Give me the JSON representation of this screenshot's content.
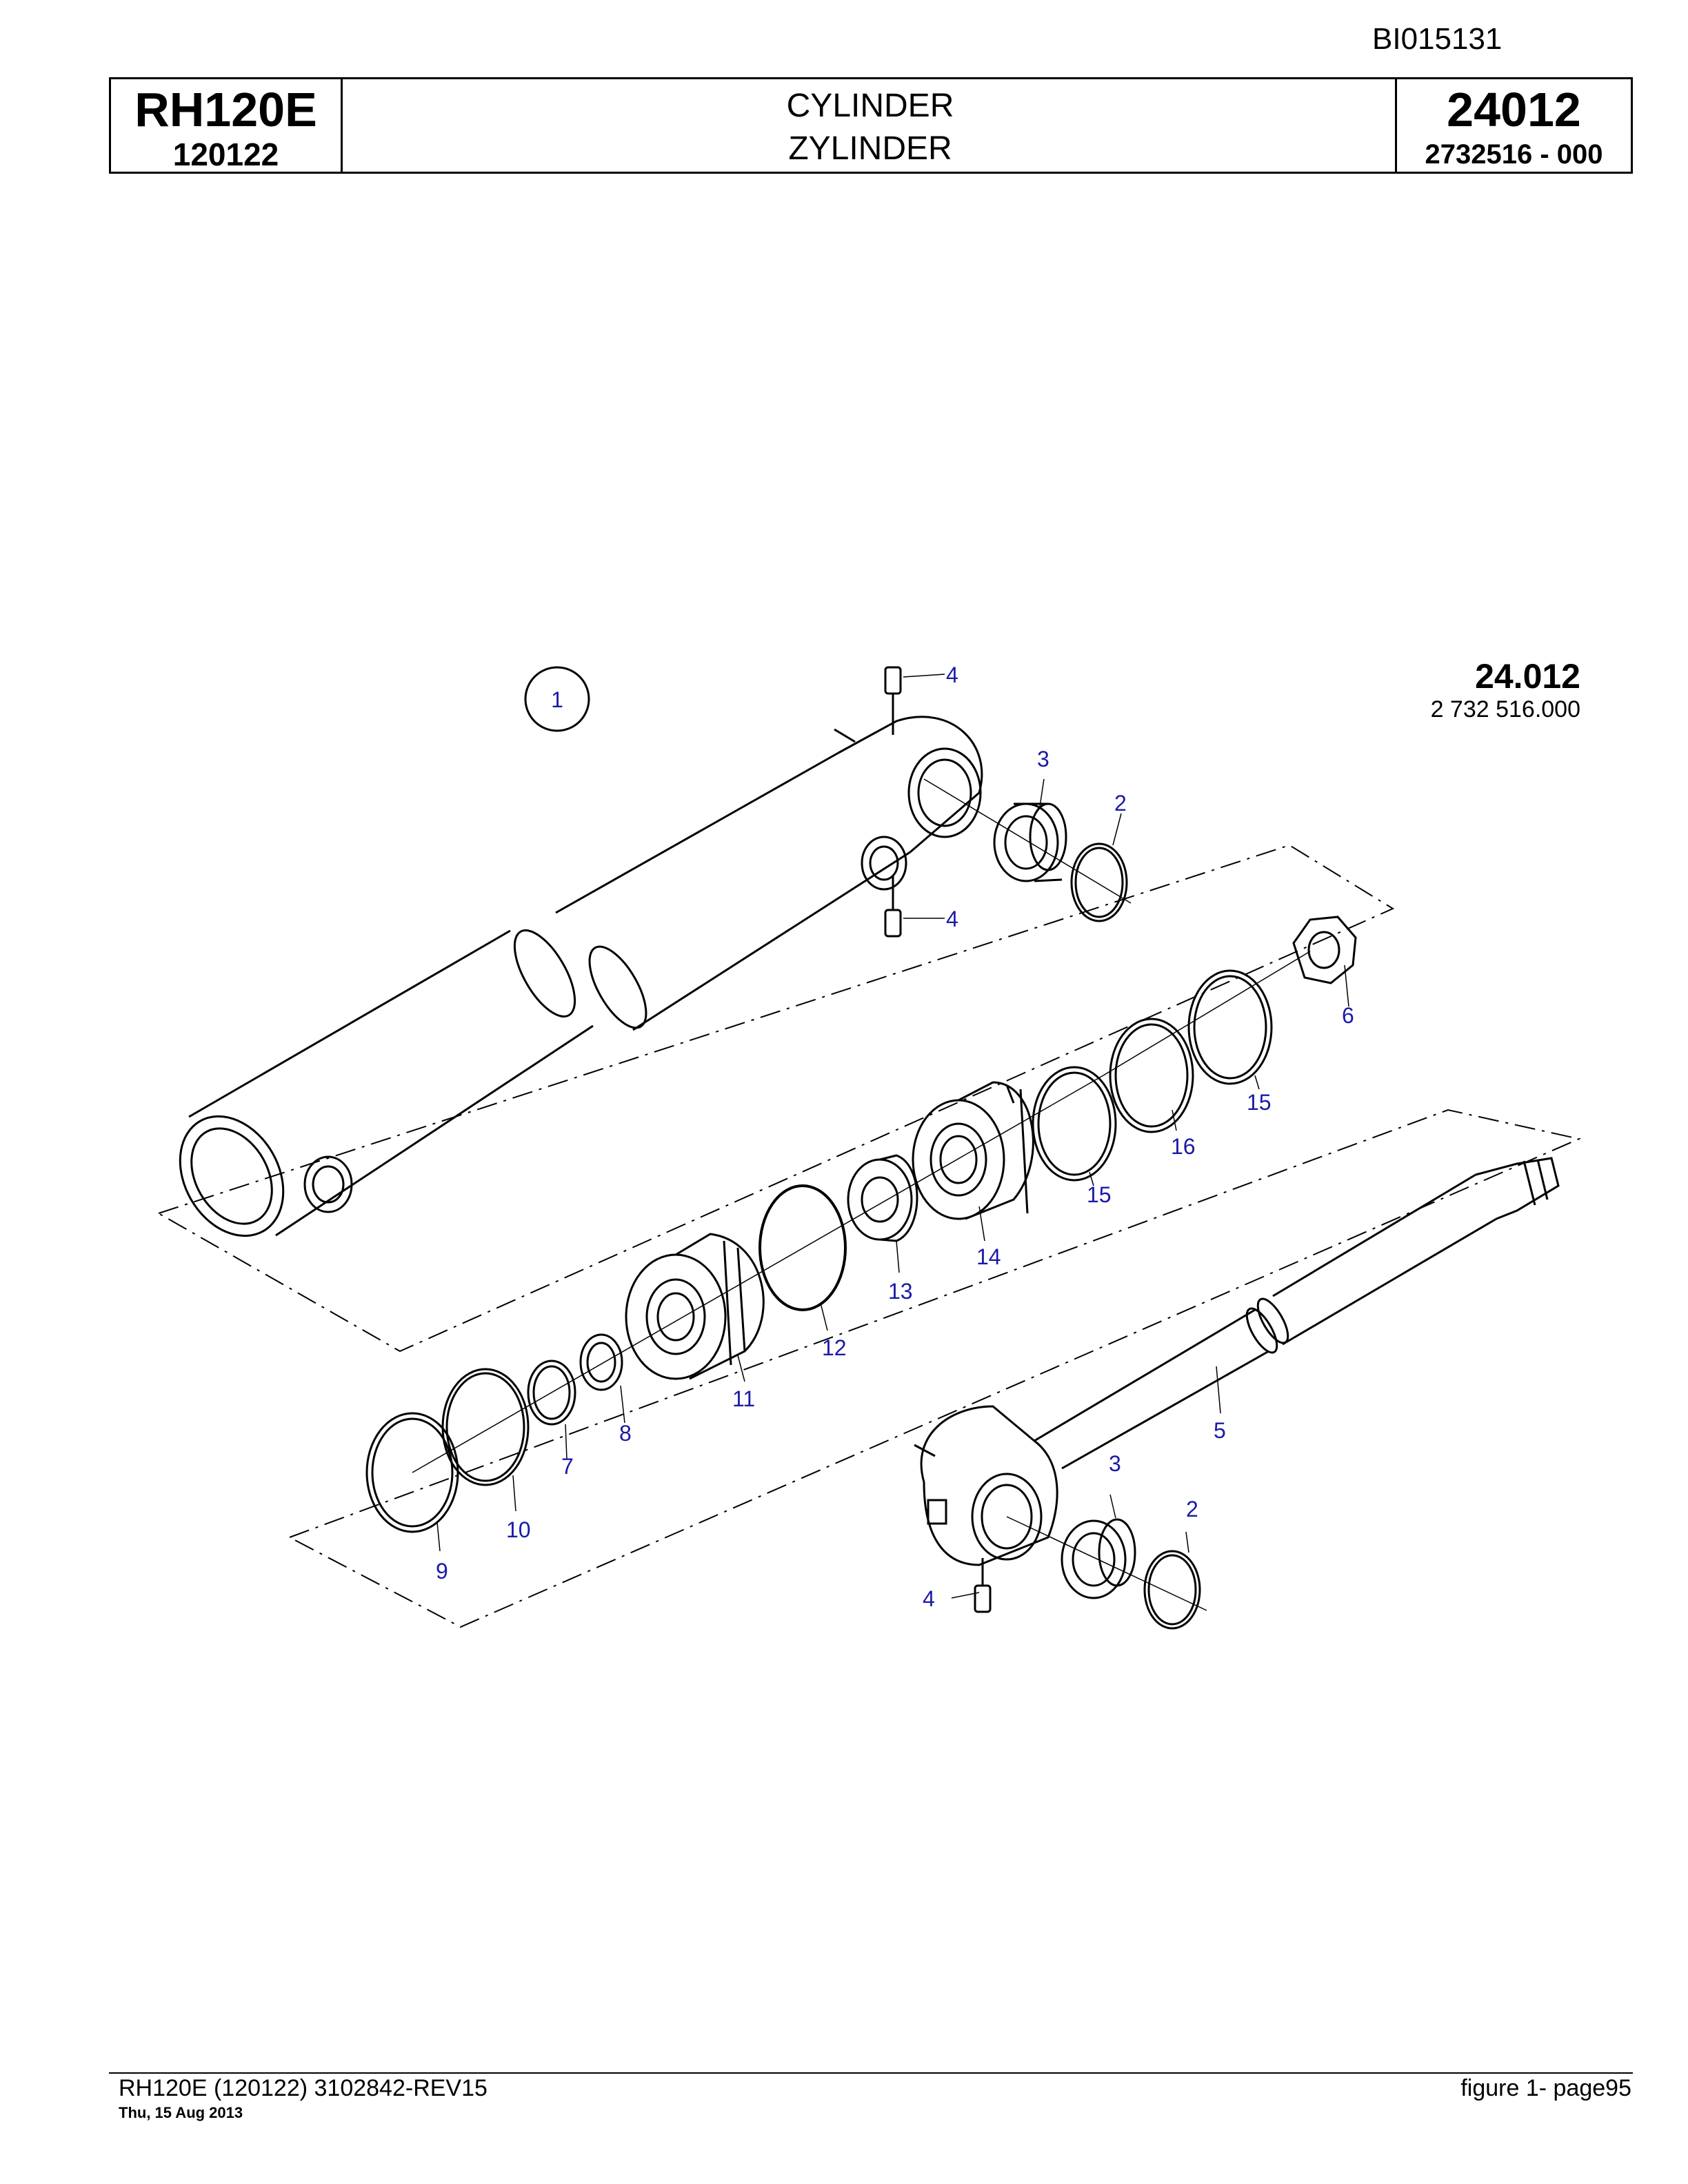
{
  "document_id": "BI015131",
  "header": {
    "model": "RH120E",
    "serial": "120122",
    "title_en": "CYLINDER",
    "title_de": "ZYLINDER",
    "group_number": "24012",
    "part_number": "2732516  - 000"
  },
  "figure": {
    "group_label": "24.012",
    "part_label": "2 732 516.000",
    "assembly_callout": "1",
    "callouts": [
      "4",
      "4",
      "3",
      "2",
      "6",
      "15",
      "16",
      "15",
      "14",
      "13",
      "12",
      "11",
      "8",
      "7",
      "10",
      "9",
      "5",
      "3",
      "2",
      "4"
    ],
    "callout_color": "#1a1aa8"
  },
  "footer": {
    "left": "RH120E (120122) 3102842-REV15",
    "date": "Thu, 15 Aug 2013",
    "right": "figure  1- page95"
  }
}
